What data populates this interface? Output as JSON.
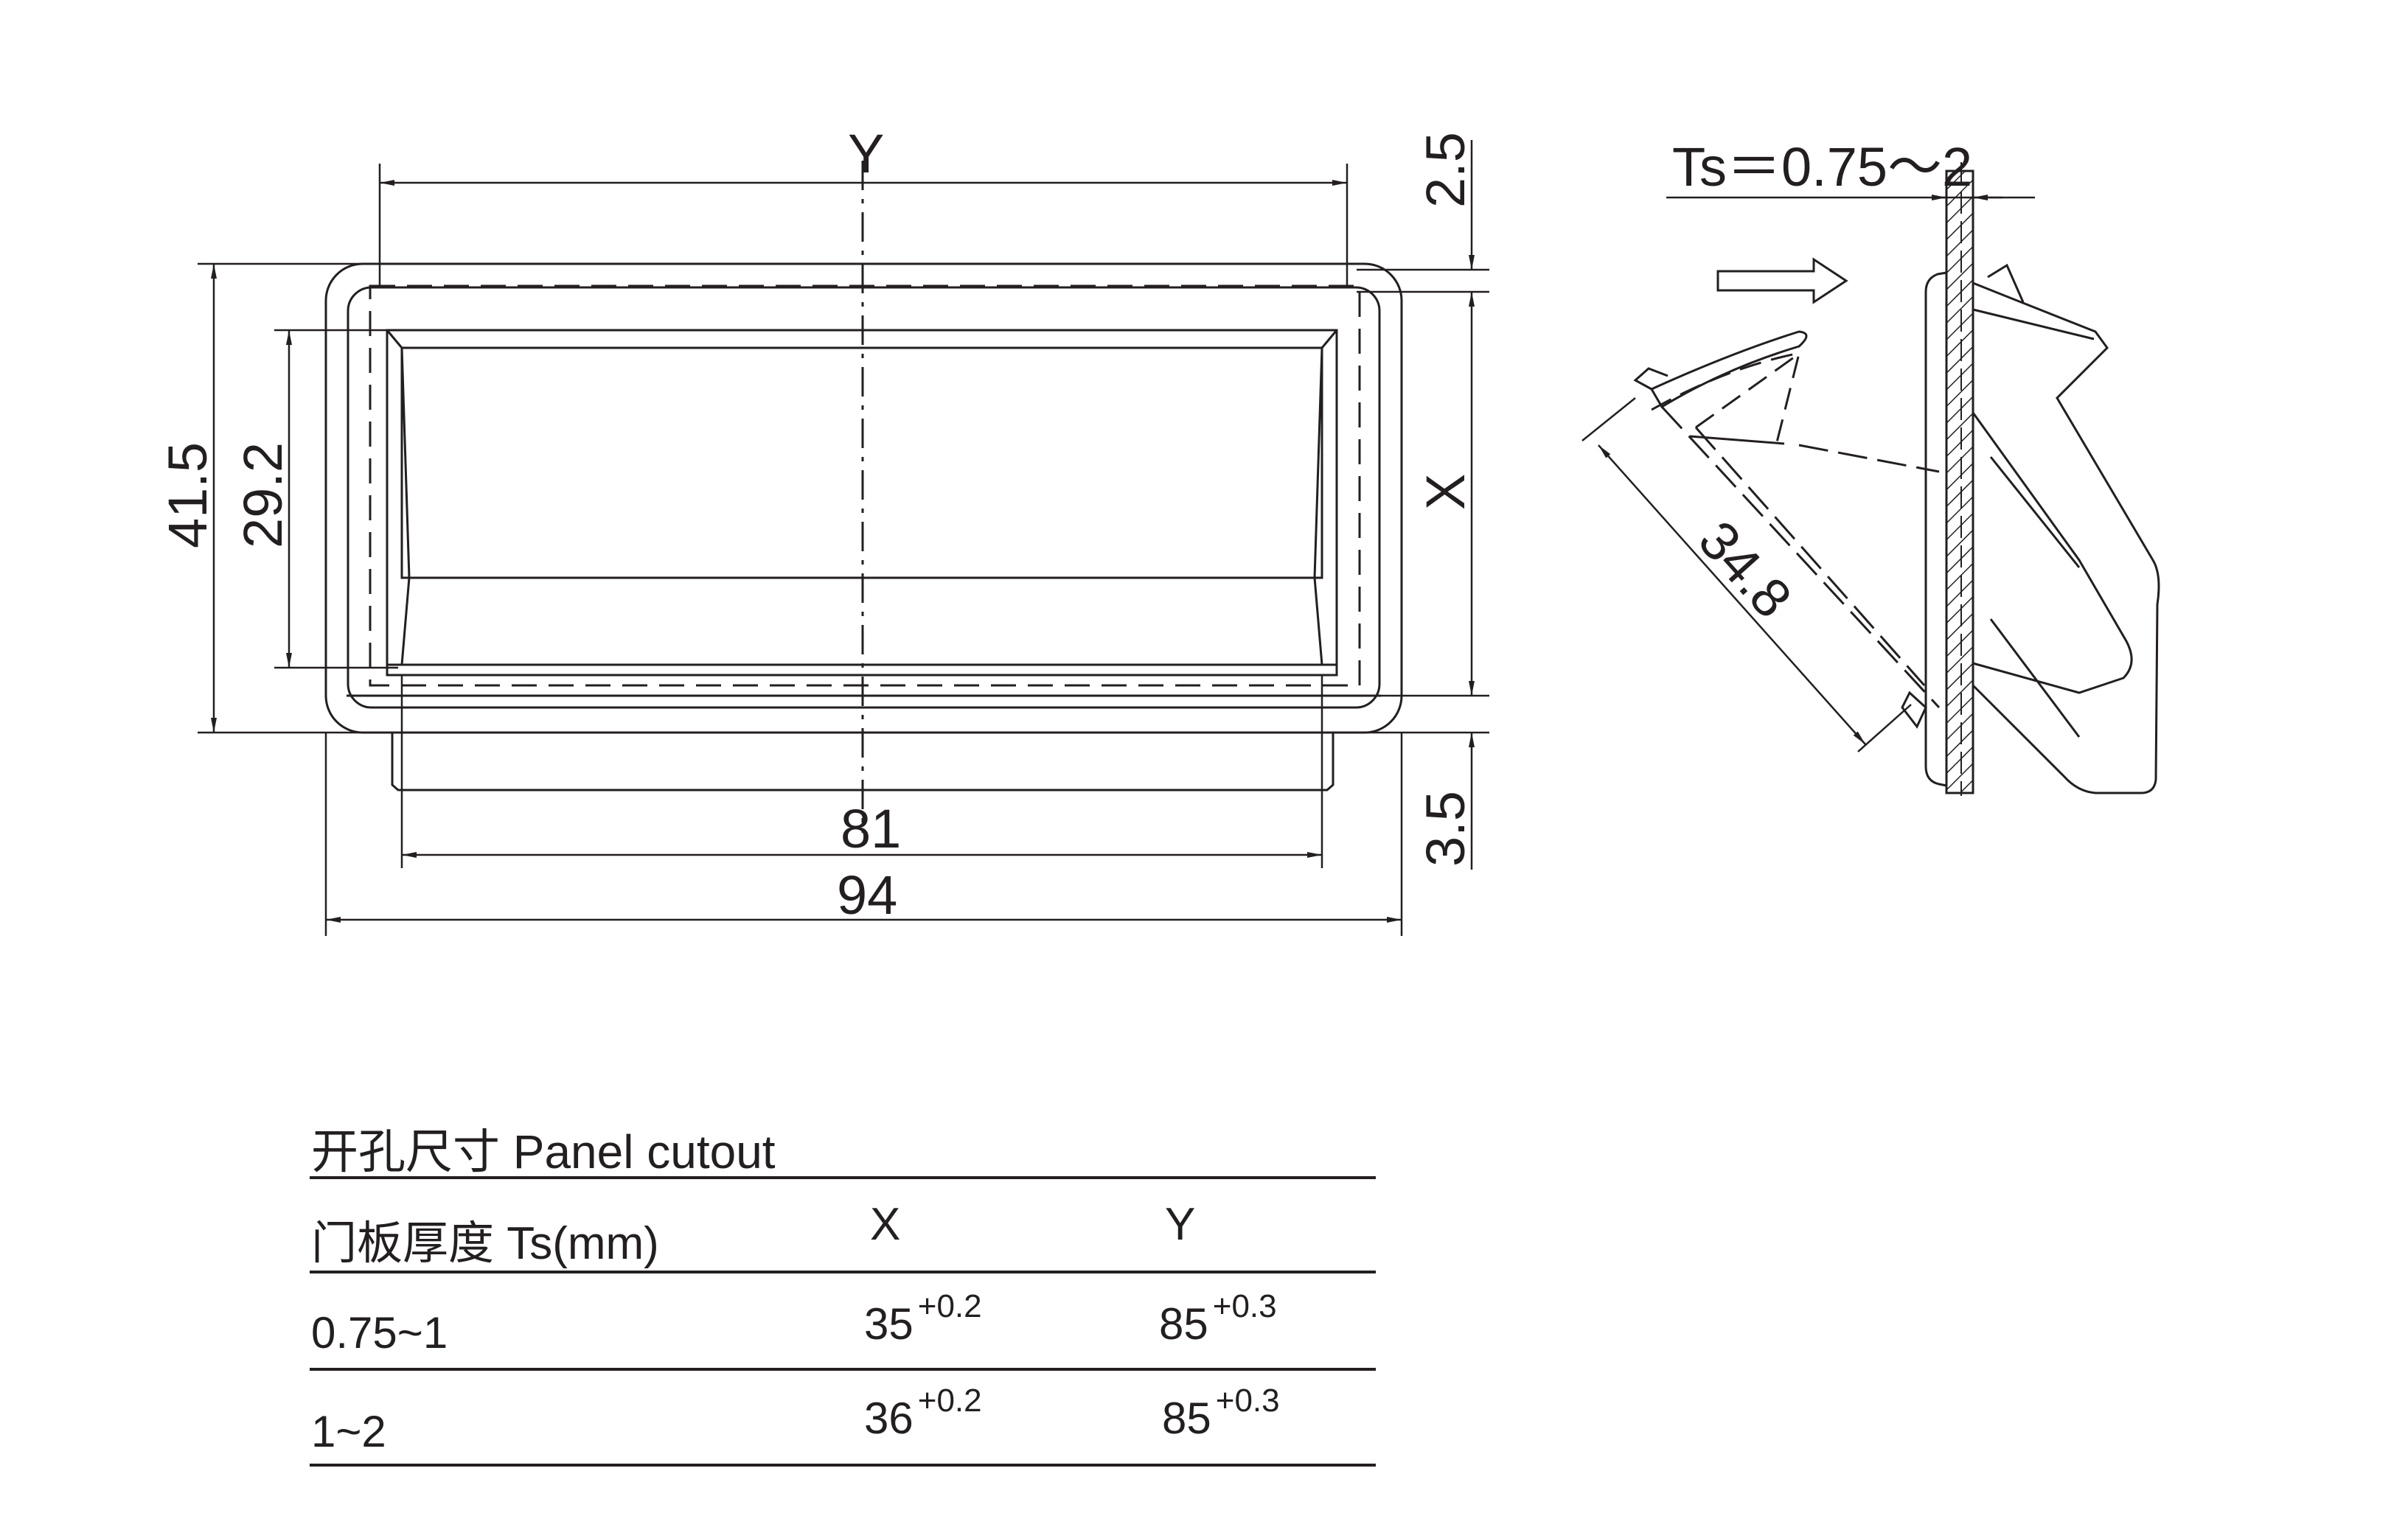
{
  "drawing": {
    "dim_Y": "Y",
    "dim_X": "X",
    "dim_top_gap": "2.5",
    "dim_bottom_gap": "3.5",
    "dim_height_outer": "41.5",
    "dim_height_inner": "29.2",
    "dim_width_inner": "81",
    "dim_width_outer": "94",
    "dim_side_length": "34.8",
    "ts_label": "Ts＝0.75～2",
    "line_color": "#231f20"
  },
  "cutout": {
    "title": "开孔尺寸 Panel cutout",
    "col_ts": "门板厚度 Ts(mm)",
    "col_x": "X",
    "col_y": "Y",
    "rows": [
      {
        "ts": "0.75~1",
        "x": "35",
        "x_tol": "+0.2",
        "y": "85",
        "y_tol": "+0.3"
      },
      {
        "ts": "1~2",
        "x": "36",
        "x_tol": "+0.2",
        "y": "85",
        "y_tol": "+0.3"
      }
    ]
  }
}
